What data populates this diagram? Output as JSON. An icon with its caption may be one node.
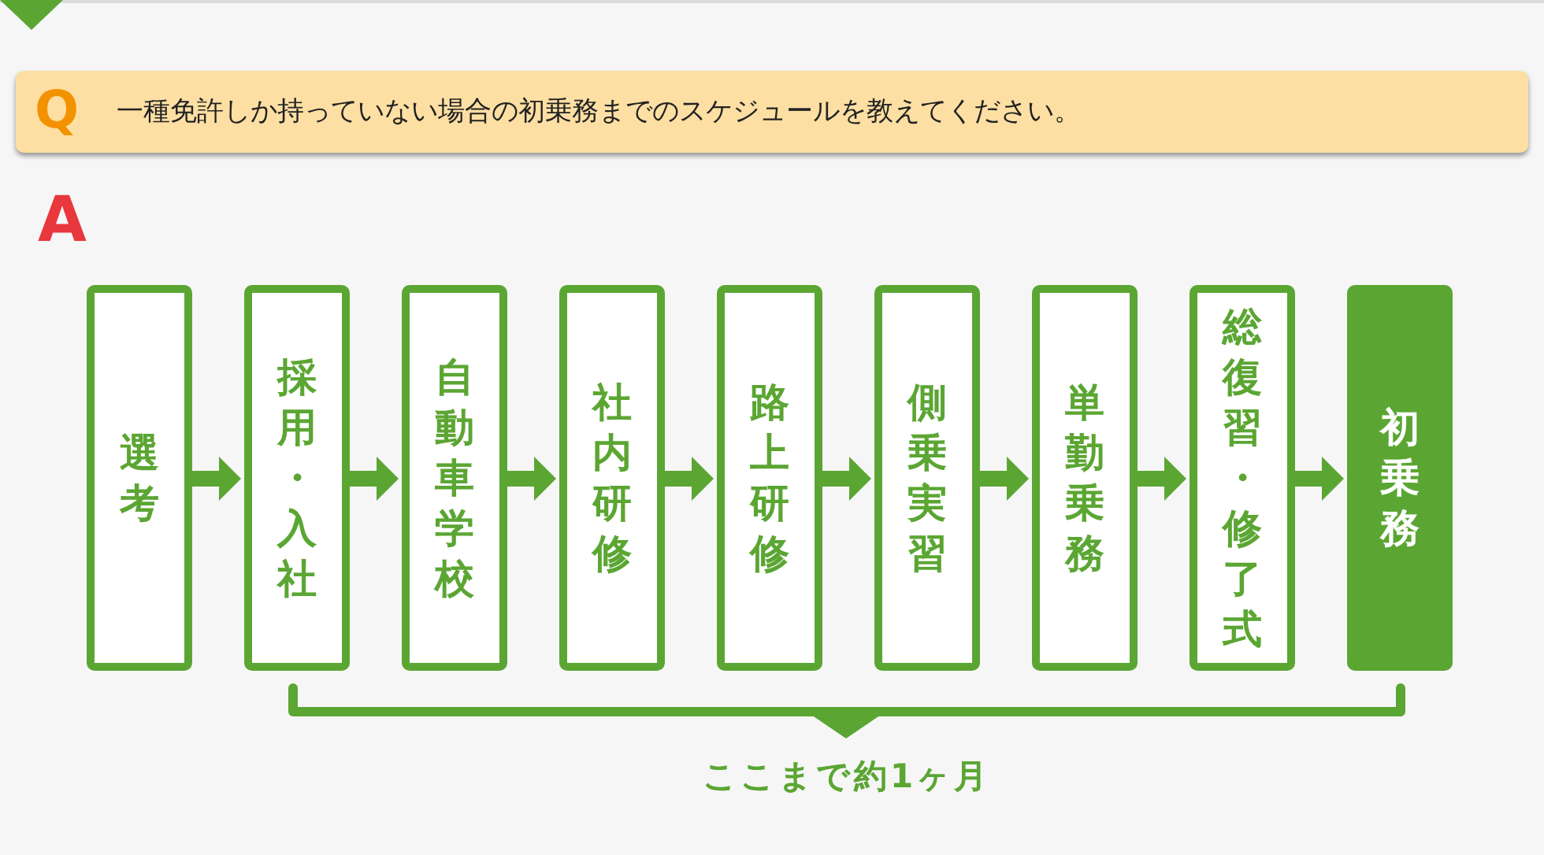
{
  "diagram": {
    "nodes": [
      {
        "text": [
          "Q",
          "一種免許しか持っていない場合の初乗務までのスケジュールを教えてください。"
        ]
      },
      {
        "text": [
          "選考"
        ]
      },
      {
        "text": [
          "採用・入社"
        ]
      },
      {
        "text": [
          "自動車学校"
        ]
      },
      {
        "text": [
          "社内研修"
        ]
      },
      {
        "text": [
          "路上研修"
        ]
      },
      {
        "text": [
          "側乗実習"
        ]
      },
      {
        "text": [
          "単勤乗務"
        ]
      },
      {
        "text": [
          "総復習・修了式"
        ]
      },
      {
        "text": [
          "初乗務"
        ]
      }
    ],
    "edges": [
      {
        "from": 1,
        "to": 2,
        "arrow": "to"
      },
      {
        "from": 2,
        "to": 3,
        "arrow": "to"
      },
      {
        "from": 3,
        "to": 4,
        "arrow": "to"
      },
      {
        "from": 4,
        "to": 5,
        "arrow": "to"
      },
      {
        "from": 5,
        "to": 6,
        "arrow": "to"
      },
      {
        "from": 6,
        "to": 7,
        "arrow": "to"
      },
      {
        "from": 7,
        "to": 8,
        "arrow": "to"
      },
      {
        "from": 8,
        "to": 9,
        "arrow": "to"
      }
    ],
    "labels": [
      "A",
      "ここまで約1ヶ月"
    ]
  }
}
